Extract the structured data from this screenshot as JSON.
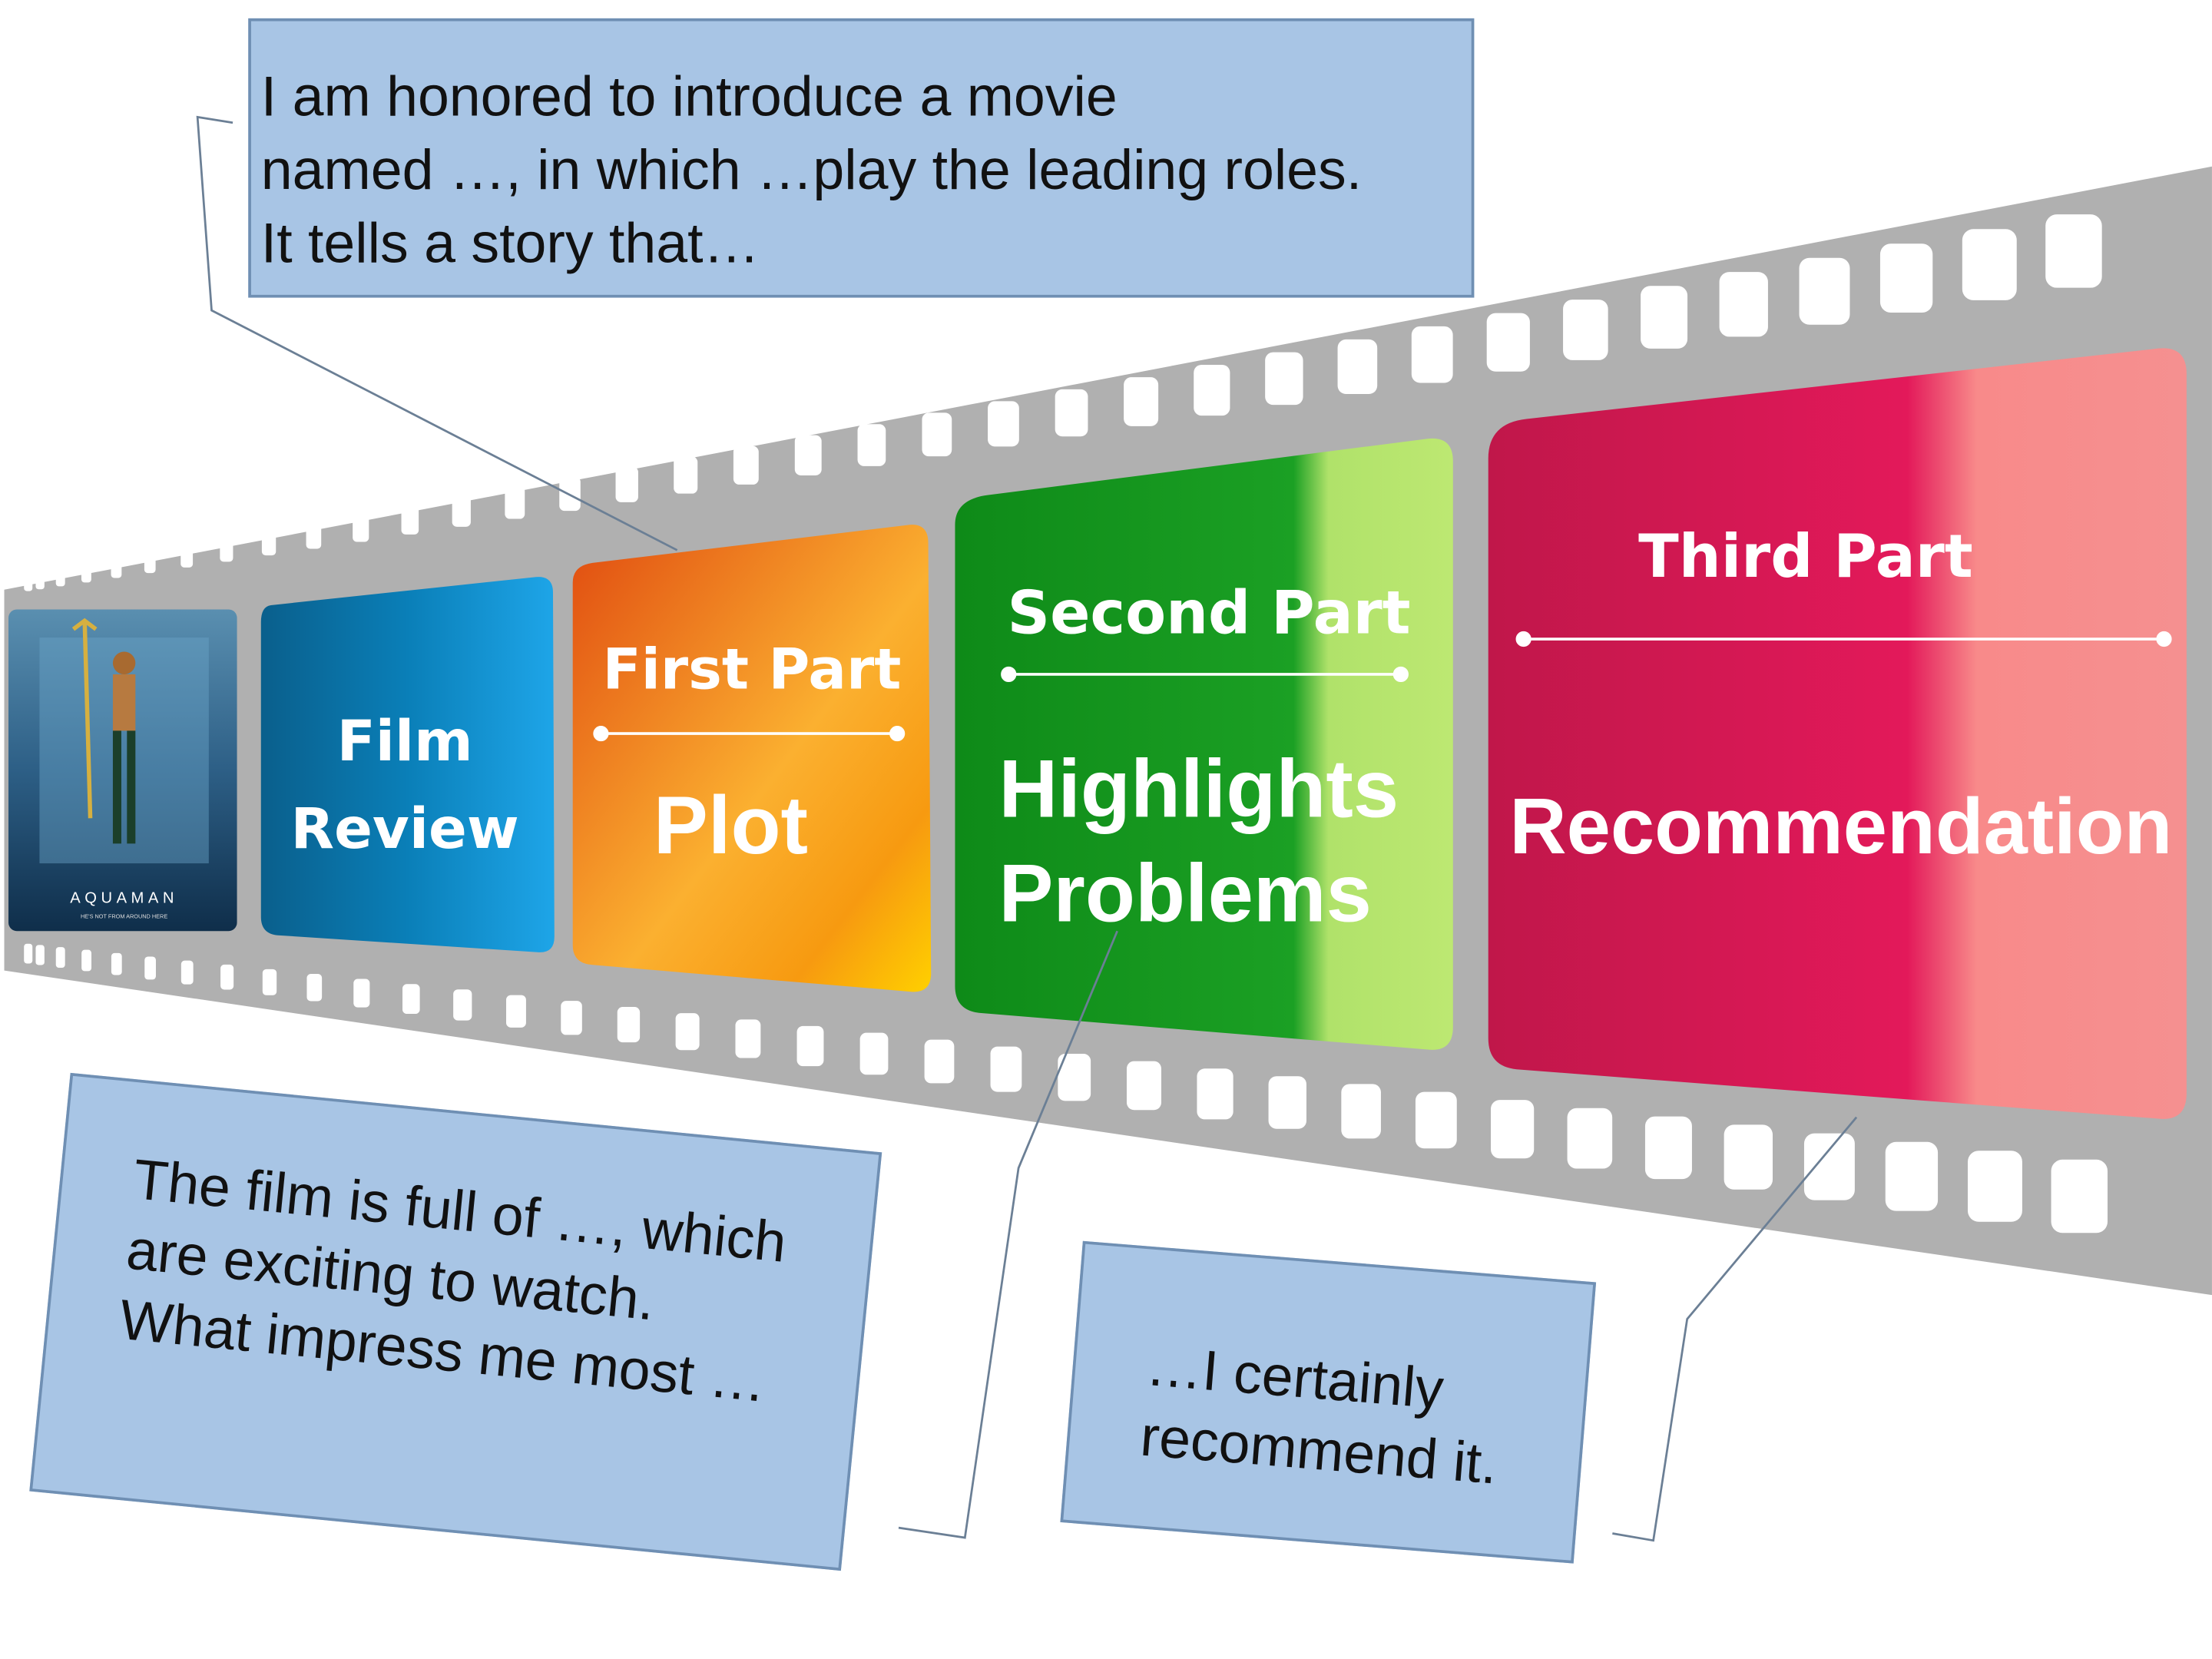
{
  "callouts": {
    "intro": {
      "lines": [
        "I am honored to introduce a movie",
        "named …, in which …play the leading roles.",
        "It tells a story that…"
      ]
    },
    "highlights": {
      "lines": [
        "The film is full of …, which",
        "are exciting to watch.",
        "What impress me most …"
      ]
    },
    "recommend": {
      "lines": [
        "…I certainly",
        "recommend it."
      ]
    }
  },
  "frames": {
    "poster": {
      "title": "AQUAMAN",
      "tagline": "HE'S NOT FROM AROUND HERE"
    },
    "film_review": {
      "line1": "Film",
      "line2": "Review"
    },
    "first_part": {
      "header": "First Part",
      "topic": "Plot"
    },
    "second_part": {
      "header": "Second Part",
      "topic1": "Highlights",
      "topic2": "Problems"
    },
    "third_part": {
      "header": "Third Part",
      "topic": "Recommendation"
    }
  },
  "colors": {
    "film_strip": "#b0b0b0",
    "callout_fill": "#a8c5e5",
    "callout_border": "#6f8fb3",
    "film_review": "#0a6fa3",
    "first_part": "#f08020",
    "second_part": "#1a9a1a",
    "third_part": "#d81b50"
  }
}
